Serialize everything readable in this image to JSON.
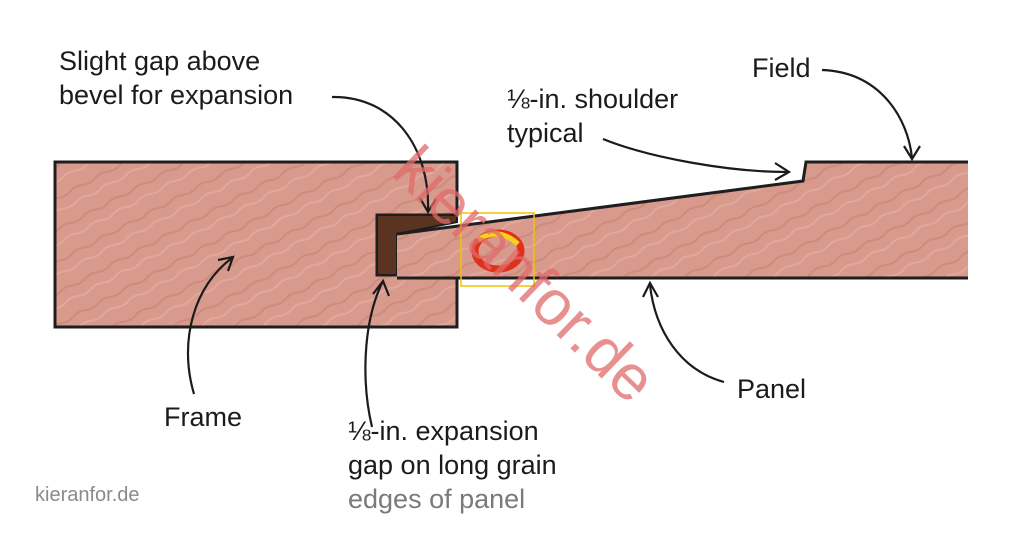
{
  "watermark": {
    "text": "kieranfor.de",
    "color": "#e06a6a"
  },
  "labels": {
    "gap_note": [
      "Slight gap above",
      "bevel for expansion"
    ],
    "shoulder_note": [
      "⅛-in. shoulder",
      "typical"
    ],
    "field": "Field",
    "frame": "Frame",
    "panel": "Panel",
    "expansion_note": [
      "⅛-in. expansion",
      "gap on long grain",
      "edges of panel"
    ]
  },
  "footer_brand": "kieranfor.de",
  "colors": {
    "wood": "#d89a8c",
    "wood_grain": "#c98576",
    "outline": "#1e1e1e",
    "dark_gap": "#5a3420",
    "highlight_box": "#f2c200"
  }
}
